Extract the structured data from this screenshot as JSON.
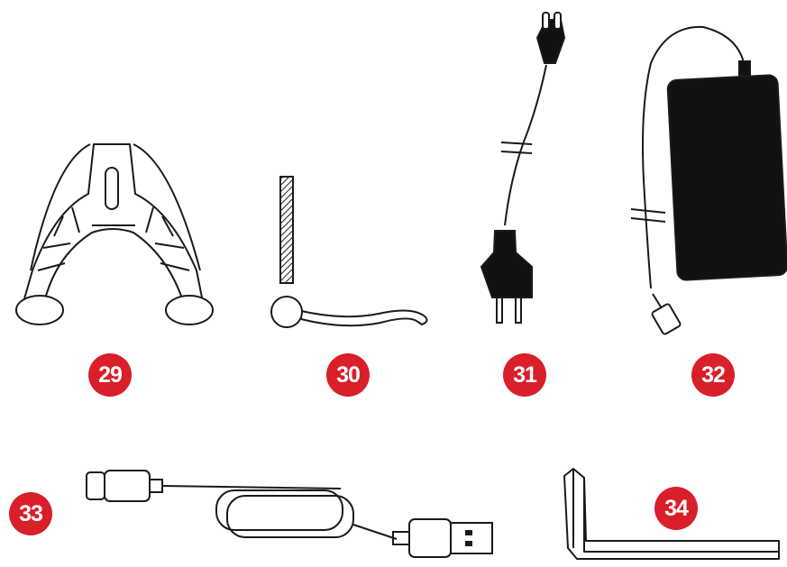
{
  "colors": {
    "badge": "#d81f2a",
    "line": "#1a1a1a",
    "fill": "#111111"
  },
  "parts": [
    {
      "number": "29",
      "icon": "headrest-frame-icon"
    },
    {
      "number": "30",
      "icon": "pin-with-bent-rod-icon"
    },
    {
      "number": "31",
      "icon": "power-cord-plug-icon"
    },
    {
      "number": "32",
      "icon": "power-adapter-icon"
    },
    {
      "number": "33",
      "icon": "usb-cable-icon"
    },
    {
      "number": "34",
      "icon": "allen-key-icon"
    }
  ]
}
